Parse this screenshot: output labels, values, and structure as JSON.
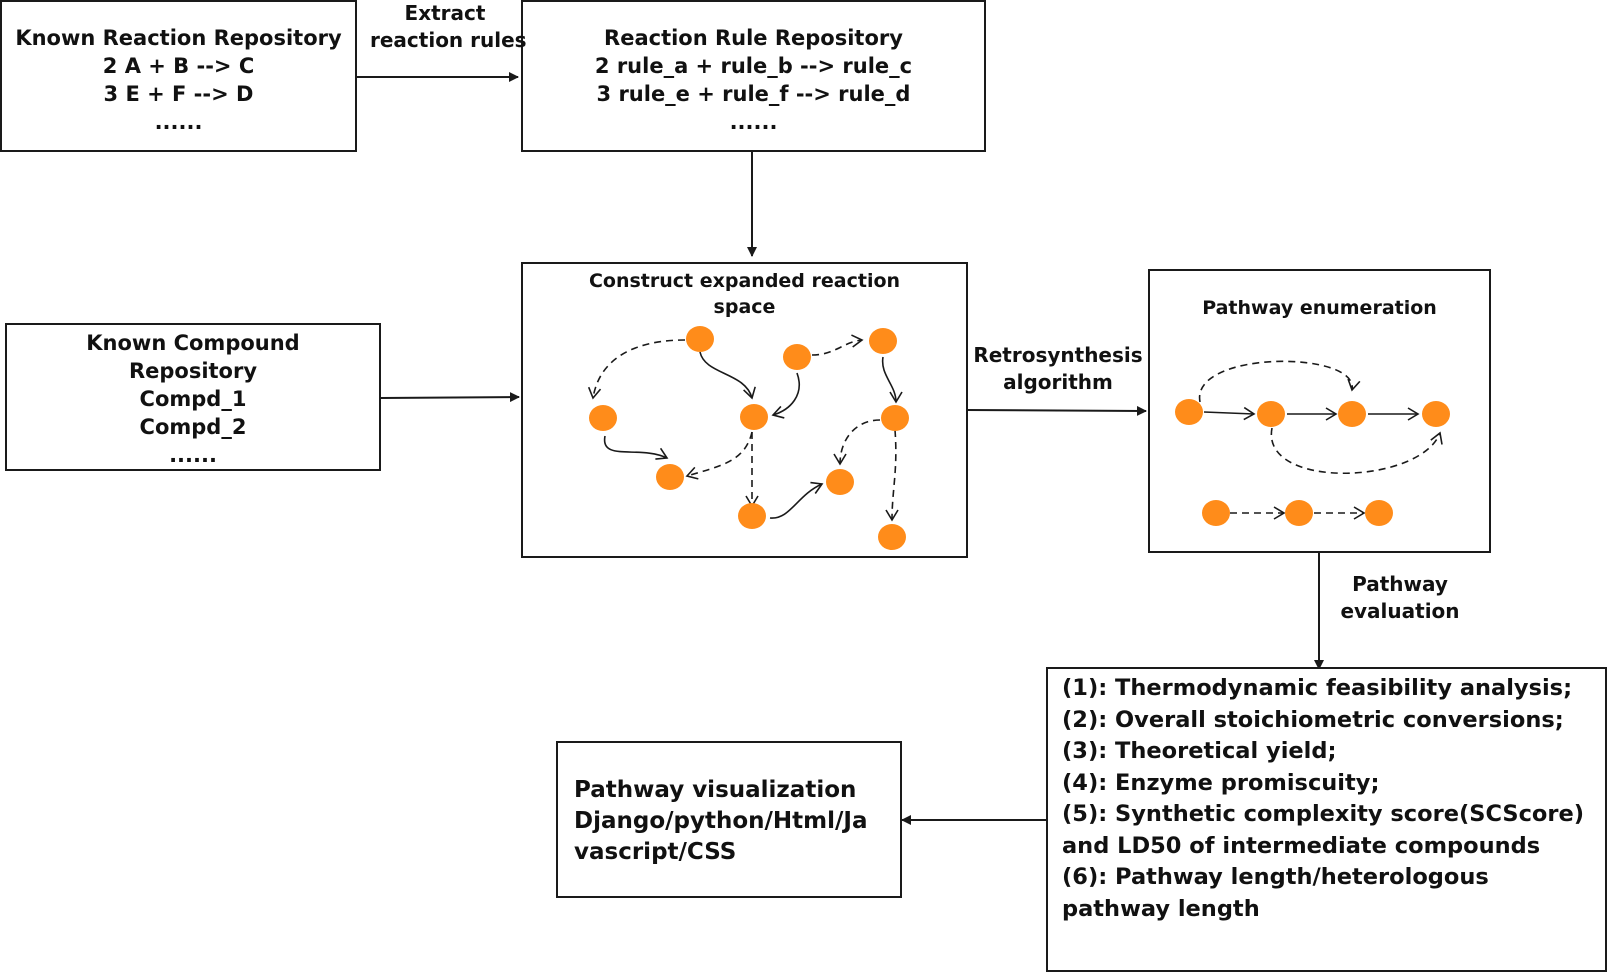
{
  "known_reactions": {
    "title": "Known Reaction Repository",
    "lines": [
      "2 A + B --> C",
      "3 E + F --> D",
      "......"
    ]
  },
  "reaction_rules": {
    "title": "Reaction Rule Repository",
    "lines": [
      "2 rule_a + rule_b --> rule_c",
      "3 rule_e + rule_f --> rule_d",
      "......"
    ]
  },
  "known_compounds": {
    "title_lines": [
      "Known Compound",
      "Repository"
    ],
    "lines": [
      "Compd_1",
      "Compd_2",
      "......"
    ]
  },
  "expanded_space": {
    "title_lines": [
      "Construct expanded reaction",
      "space"
    ]
  },
  "pathway_enumeration": {
    "title": "Pathway enumeration"
  },
  "arrows": {
    "extract": [
      "Extract",
      "reaction rules"
    ],
    "retrosynthesis": [
      "Retrosynthesis",
      "algorithm"
    ],
    "evaluation": [
      "Pathway",
      "evaluation"
    ]
  },
  "evaluation": {
    "lines": [
      "(1): Thermodynamic feasibility analysis;",
      "(2): Overall stoichiometric conversions;",
      "(3): Theoretical yield;",
      "(4): Enzyme promiscuity;",
      "(5): Synthetic complexity score(SCScore)",
      "and LD50 of intermediate compounds",
      "(6): Pathway length/heterologous",
      "pathway length"
    ]
  },
  "visualization": {
    "lines": [
      "Pathway visualization",
      "Django/python/Html/Ja",
      "vascript/CSS"
    ]
  },
  "colors": {
    "node": "#ff8c1a",
    "stroke": "#1a1a1a"
  }
}
